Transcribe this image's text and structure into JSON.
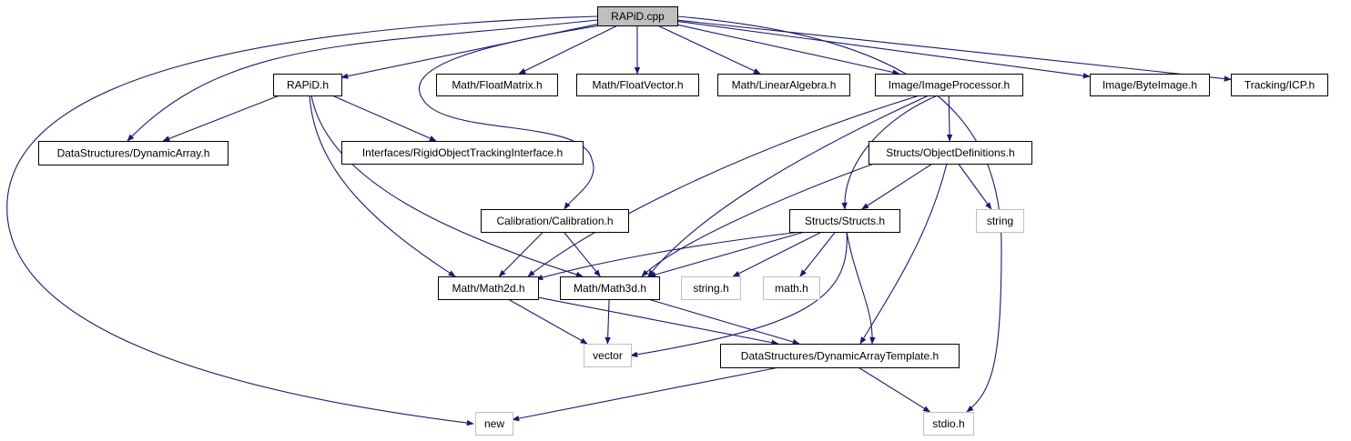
{
  "graph": {
    "title": "RAPiD.cpp",
    "edge_color": "#191970",
    "root_fill": "#bfbfbf",
    "node_border": "#000000",
    "external_border": "#bfbfbf",
    "nodes": [
      {
        "id": "rapid_cpp",
        "label": "RAPiD.cpp",
        "kind": "root"
      },
      {
        "id": "rapid_h",
        "label": "RAPiD.h",
        "kind": "header"
      },
      {
        "id": "floatmatrix",
        "label": "Math/FloatMatrix.h",
        "kind": "header"
      },
      {
        "id": "floatvector",
        "label": "Math/FloatVector.h",
        "kind": "header"
      },
      {
        "id": "linearalgebra",
        "label": "Math/LinearAlgebra.h",
        "kind": "header"
      },
      {
        "id": "imageprocessor",
        "label": "Image/ImageProcessor.h",
        "kind": "header"
      },
      {
        "id": "byteimage",
        "label": "Image/ByteImage.h",
        "kind": "header"
      },
      {
        "id": "icp",
        "label": "Tracking/ICP.h",
        "kind": "header"
      },
      {
        "id": "dynamicarray",
        "label": "DataStructures/DynamicArray.h",
        "kind": "header"
      },
      {
        "id": "rigidobj",
        "label": "Interfaces/RigidObjectTrackingInterface.h",
        "kind": "header"
      },
      {
        "id": "objdefs",
        "label": "Structs/ObjectDefinitions.h",
        "kind": "header"
      },
      {
        "id": "calibration",
        "label": "Calibration/Calibration.h",
        "kind": "header"
      },
      {
        "id": "structs",
        "label": "Structs/Structs.h",
        "kind": "header"
      },
      {
        "id": "string",
        "label": "string",
        "kind": "external"
      },
      {
        "id": "math2d",
        "label": "Math/Math2d.h",
        "kind": "header"
      },
      {
        "id": "math3d",
        "label": "Math/Math3d.h",
        "kind": "header"
      },
      {
        "id": "string_h",
        "label": "string.h",
        "kind": "external"
      },
      {
        "id": "math_h",
        "label": "math.h",
        "kind": "external"
      },
      {
        "id": "vector",
        "label": "vector",
        "kind": "external"
      },
      {
        "id": "dyntemplate",
        "label": "DataStructures/DynamicArrayTemplate.h",
        "kind": "header"
      },
      {
        "id": "new",
        "label": "new",
        "kind": "external"
      },
      {
        "id": "stdio_h",
        "label": "stdio.h",
        "kind": "external"
      }
    ],
    "edges": [
      {
        "from": "rapid_cpp",
        "to": "rapid_h"
      },
      {
        "from": "rapid_cpp",
        "to": "floatmatrix"
      },
      {
        "from": "rapid_cpp",
        "to": "floatvector"
      },
      {
        "from": "rapid_cpp",
        "to": "linearalgebra"
      },
      {
        "from": "rapid_cpp",
        "to": "imageprocessor"
      },
      {
        "from": "rapid_cpp",
        "to": "byteimage"
      },
      {
        "from": "rapid_cpp",
        "to": "icp"
      },
      {
        "from": "rapid_cpp",
        "to": "dynamicarray"
      },
      {
        "from": "rapid_cpp",
        "to": "calibration"
      },
      {
        "from": "rapid_cpp",
        "to": "new"
      },
      {
        "from": "rapid_cpp",
        "to": "stdio_h"
      },
      {
        "from": "rapid_h",
        "to": "dynamicarray"
      },
      {
        "from": "rapid_h",
        "to": "rigidobj"
      },
      {
        "from": "rapid_h",
        "to": "math2d"
      },
      {
        "from": "rapid_h",
        "to": "math3d"
      },
      {
        "from": "imageprocessor",
        "to": "objdefs"
      },
      {
        "from": "imageprocessor",
        "to": "structs"
      },
      {
        "from": "imageprocessor",
        "to": "math2d"
      },
      {
        "from": "imageprocessor",
        "to": "math3d"
      },
      {
        "from": "objdefs",
        "to": "structs"
      },
      {
        "from": "objdefs",
        "to": "string"
      },
      {
        "from": "objdefs",
        "to": "math3d"
      },
      {
        "from": "objdefs",
        "to": "dyntemplate"
      },
      {
        "from": "calibration",
        "to": "math2d"
      },
      {
        "from": "calibration",
        "to": "math3d"
      },
      {
        "from": "structs",
        "to": "math2d"
      },
      {
        "from": "structs",
        "to": "math3d"
      },
      {
        "from": "structs",
        "to": "string_h"
      },
      {
        "from": "structs",
        "to": "math_h"
      },
      {
        "from": "structs",
        "to": "vector"
      },
      {
        "from": "structs",
        "to": "dyntemplate"
      },
      {
        "from": "math2d",
        "to": "vector"
      },
      {
        "from": "math2d",
        "to": "dyntemplate"
      },
      {
        "from": "math3d",
        "to": "vector"
      },
      {
        "from": "math3d",
        "to": "dyntemplate"
      },
      {
        "from": "dyntemplate",
        "to": "new"
      },
      {
        "from": "dyntemplate",
        "to": "stdio_h"
      }
    ]
  }
}
